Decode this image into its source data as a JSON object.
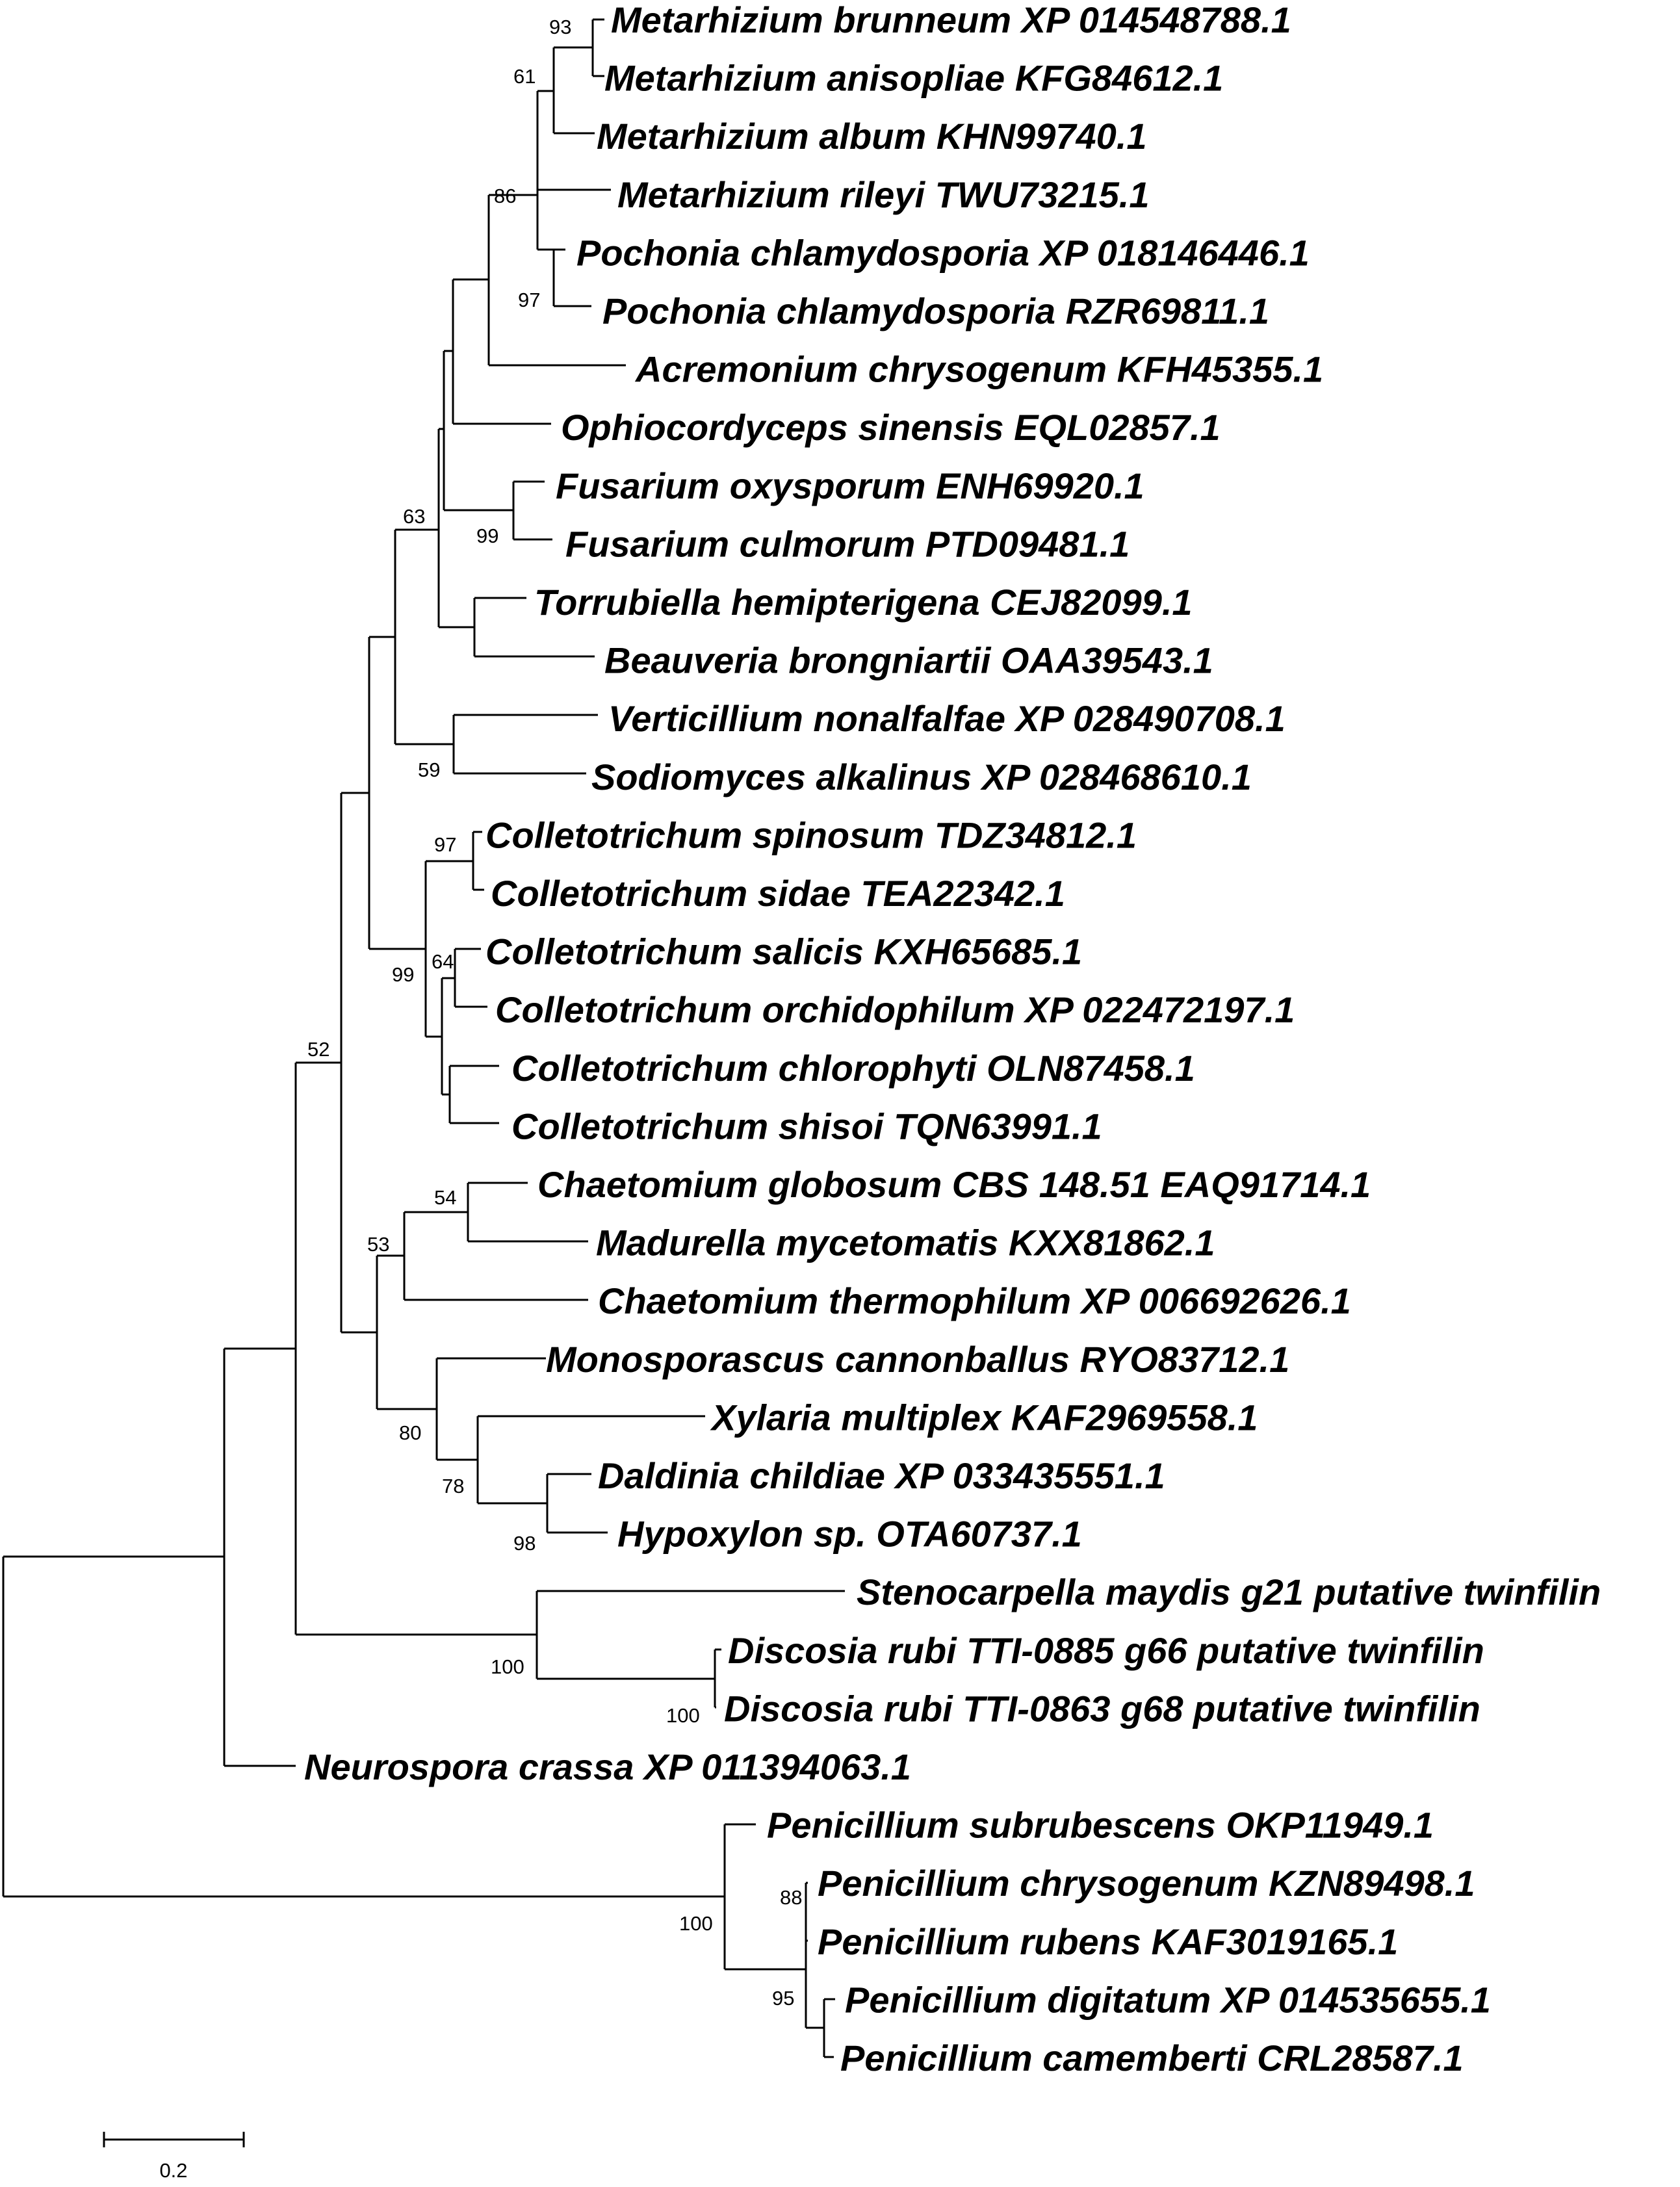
{
  "taxa": [
    "Metarhizium brunneum XP 014548788.1",
    "Metarhizium anisopliae KFG84612.1",
    "Metarhizium album KHN99740.1",
    "Metarhizium rileyi TWU73215.1",
    "Pochonia chlamydosporia XP 018146446.1",
    "Pochonia chlamydosporia RZR69811.1",
    "Acremonium chrysogenum KFH45355.1",
    "Ophiocordyceps sinensis EQL02857.1",
    "Fusarium oxysporum ENH69920.1",
    "Fusarium culmorum PTD09481.1",
    "Torrubiella hemipterigena CEJ82099.1",
    "Beauveria brongniartii OAA39543.1",
    "Verticillium nonalfalfae XP 028490708.1",
    "Sodiomyces alkalinus XP 028468610.1",
    "Colletotrichum spinosum TDZ34812.1",
    "Colletotrichum sidae TEA22342.1",
    "Colletotrichum salicis KXH65685.1",
    "Colletotrichum orchidophilum XP 022472197.1",
    "Colletotrichum chlorophyti OLN87458.1",
    "Colletotrichum shisoi TQN63991.1",
    "Chaetomium globosum CBS 148.51 EAQ91714.1",
    "Madurella mycetomatis KXX81862.1",
    "Chaetomium thermophilum XP 006692626.1",
    "Monosporascus cannonballus RYO83712.1",
    "Xylaria multiplex KAF2969558.1",
    "Daldinia childiae XP 033435551.1",
    "Hypoxylon sp. OTA60737.1",
    "Stenocarpella maydis g21 putative twinfilin",
    "Discosia rubi TTI-0885 g66 putative twinfilin",
    "Discosia rubi TTI-0863 g68 putative twinfilin",
    "Neurospora crassa XP 011394063.1",
    "Penicillium subrubescens OKP11949.1",
    "Penicillium chrysogenum KZN89498.1",
    "Penicillium rubens KAF3019165.1",
    "Penicillium digitatum XP 014535655.1",
    "Penicillium camemberti CRL28587.1"
  ],
  "bootstrap": {
    "metarhizium_brunneum_anisopliae": "93",
    "metarhizium_group": "61",
    "metarhizium_pochonia": "86",
    "pochonia": "97",
    "fusarium": "99",
    "hypocreales": "63",
    "verticillium_sodiomyces": "59",
    "colletotrichum_spinosum_sidae": "97",
    "colletotrichum_salicis_orchidophilum": "64",
    "colletotrichum": "99",
    "chaetomium_madurella": "54",
    "sordariales": "53",
    "xylariales": "80",
    "xylaria_daldinia_hypoxylon": "78",
    "daldinia_hypoxylon": "98",
    "ingroup": "52",
    "stenocarpella_discosia": "100",
    "discosia": "100",
    "penicillium": "100",
    "penicillium_chrysogenum_group": "88",
    "penicillium_digitatum_group": "95"
  },
  "scale_bar": {
    "value": 0.2,
    "label": "0.2"
  }
}
